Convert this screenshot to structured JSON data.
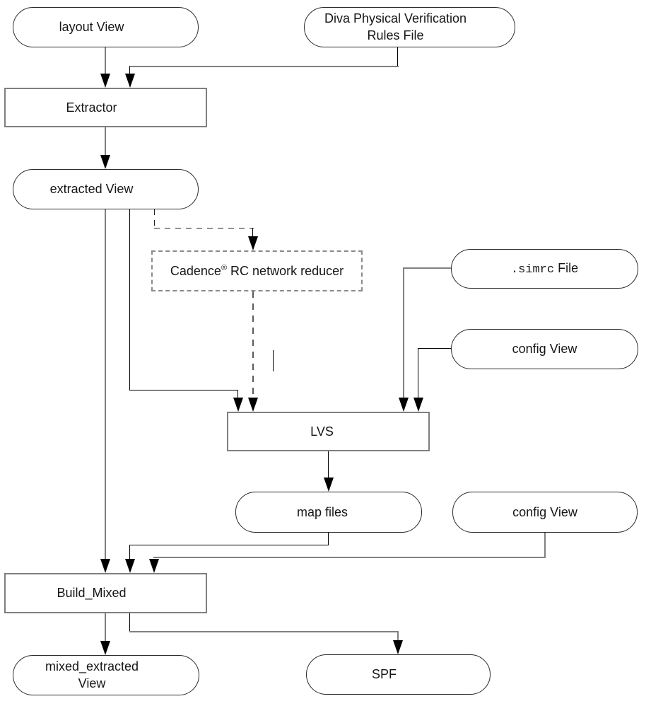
{
  "figure": {
    "background": "#ffffff",
    "colors": {
      "line_gray": "#808080",
      "line_black": "#000000",
      "arrowhead": "#000000",
      "process_box_border": "#7f7f7f",
      "stadium_border": "#2a2a2a",
      "dashed_border": "#8a8a8a"
    }
  },
  "nodes": {
    "layout_view": {
      "label": "layout View"
    },
    "diva_rules": {
      "line1": "Diva Physical Verification",
      "line2": "Rules File"
    },
    "extractor": {
      "label": "Extractor"
    },
    "extracted_view": {
      "label": "extracted View"
    },
    "rc_reducer": {
      "brand": "Cadence",
      "reg_mark": "®",
      "rest": " RC network reducer"
    },
    "simrc_file": {
      "mono": ".simrc",
      "rest": " File"
    },
    "config_view_top": {
      "label": "config View"
    },
    "lvs": {
      "label": "LVS"
    },
    "map_files": {
      "label": "map files"
    },
    "config_view_bottom": {
      "label": "config View"
    },
    "build_mixed": {
      "label": "Build_Mixed"
    },
    "mixed_extracted_view": {
      "line1": "mixed_extracted",
      "line2": "View"
    },
    "spf": {
      "label": "SPF"
    }
  }
}
